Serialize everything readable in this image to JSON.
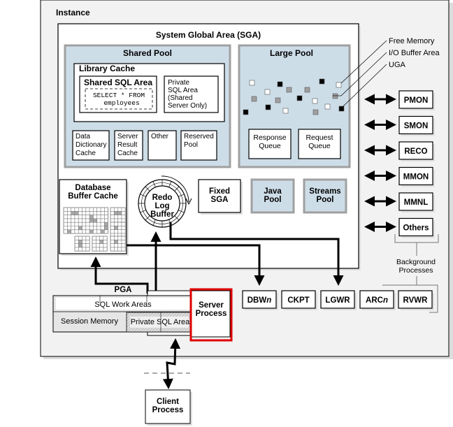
{
  "instance": {
    "title": "Instance"
  },
  "sga": {
    "title": "System Global Area (SGA)",
    "shared_pool": {
      "title": "Shared Pool",
      "library_cache": {
        "title": "Library Cache",
        "shared_sql_area": {
          "title": "Shared SQL Area",
          "code_line1": "SELECT * FROM",
          "code_line2": "employees"
        },
        "private_sql_area": [
          "Private",
          "SQL Area",
          "(Shared",
          "Server Only)"
        ]
      },
      "sub_boxes": [
        {
          "lines": [
            "Data",
            "Dictionary",
            "Cache"
          ]
        },
        {
          "lines": [
            "Server",
            "Result",
            "Cache"
          ]
        },
        {
          "lines": [
            "Other"
          ]
        },
        {
          "lines": [
            "Reserved",
            "Pool"
          ]
        }
      ]
    },
    "large_pool": {
      "title": "Large Pool",
      "response_queue": [
        "Response",
        "Queue"
      ],
      "request_queue": [
        "Request",
        "Queue"
      ]
    },
    "database_buffer_cache": [
      "Database",
      "Buffer Cache"
    ],
    "redo_log_buffer": [
      "Redo",
      "Log",
      "Buffer"
    ],
    "fixed_sga": [
      "Fixed",
      "SGA"
    ],
    "java_pool": [
      "Java",
      "Pool"
    ],
    "streams_pool": [
      "Streams",
      "Pool"
    ]
  },
  "legend": {
    "free_memory": "Free Memory",
    "io_buffer_area": "I/O Buffer Area",
    "uga": "UGA"
  },
  "background_processes": {
    "label": [
      "Background",
      "Processes"
    ],
    "right_column": [
      "PMON",
      "SMON",
      "RECO",
      "MMON",
      "MMNL",
      "Others"
    ],
    "bottom_row": [
      {
        "base": "DBW",
        "suffix": "n"
      },
      {
        "base": "CKPT",
        "suffix": ""
      },
      {
        "base": "LGWR",
        "suffix": ""
      },
      {
        "base": "ARC",
        "suffix": "n"
      },
      {
        "base": "RVWR",
        "suffix": ""
      }
    ]
  },
  "pga": {
    "title": "PGA",
    "sql_work_areas": "SQL Work Areas",
    "session_memory": "Session Memory",
    "private_sql_area": "Private SQL Area"
  },
  "server_process": [
    "Server",
    "Process"
  ],
  "client_process": [
    "Client",
    "Process"
  ],
  "colors": {
    "pool_fill": "#cddde8",
    "pool_border": "#a0a0a0",
    "instance_fill": "#f2f2f2",
    "highlight": "#e00000",
    "gray_block": "#a0a0a0"
  }
}
